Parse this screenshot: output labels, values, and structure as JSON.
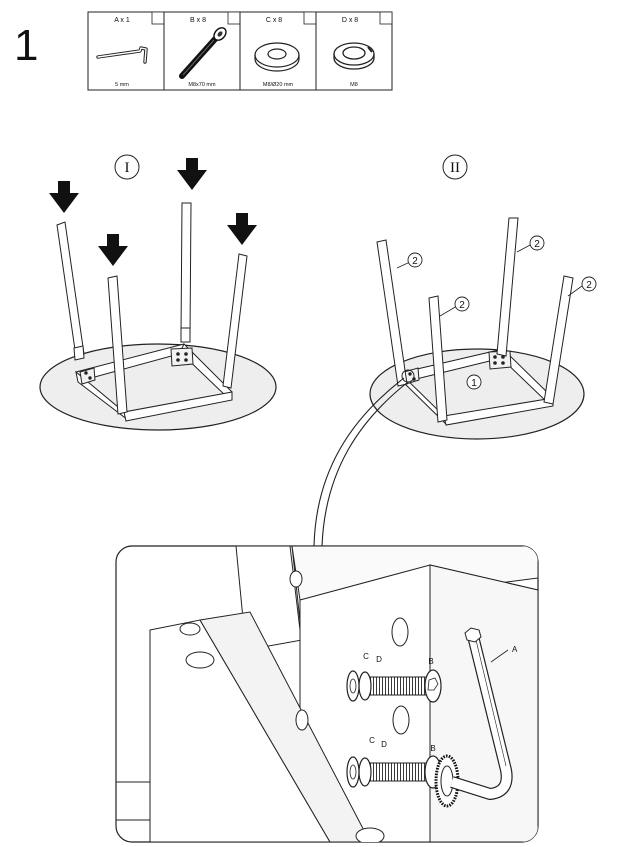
{
  "step_number": "1",
  "parts": [
    {
      "letter": "A",
      "qty_label": "A x 1",
      "size_label": "5 mm",
      "icon": "hex-key-icon"
    },
    {
      "letter": "B",
      "qty_label": "B x 8",
      "size_label": "M8x70 mm",
      "icon": "bolt-icon"
    },
    {
      "letter": "C",
      "qty_label": "C x 8",
      "size_label": "M8/Ø20 mm",
      "icon": "flat-washer-icon"
    },
    {
      "letter": "D",
      "qty_label": "D x 8",
      "size_label": "M8",
      "icon": "spring-washer-icon"
    }
  ],
  "panels": {
    "first": {
      "roman": "I"
    },
    "second": {
      "roman": "II",
      "leg_callouts": [
        "2",
        "2",
        "2",
        "2"
      ],
      "frame_callout": "1"
    }
  },
  "detail": {
    "upper_labels": {
      "c": "C",
      "d": "D",
      "b": "B"
    },
    "lower_labels": {
      "c": "C",
      "d": "D",
      "b": "B"
    },
    "tool_label": "A"
  }
}
